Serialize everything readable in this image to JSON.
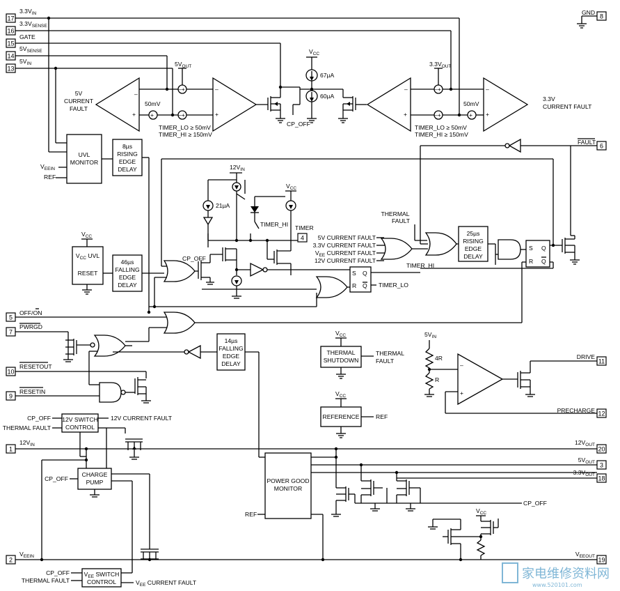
{
  "pins": [
    {
      "num": "17",
      "label": "3.3V",
      "sub": "IN"
    },
    {
      "num": "16",
      "label": "3.3V",
      "sub": "SENSE"
    },
    {
      "num": "15",
      "label": "GATE",
      "sub": ""
    },
    {
      "num": "14",
      "label": "5V",
      "sub": "SENSE"
    },
    {
      "num": "13",
      "label": "5V",
      "sub": "IN"
    },
    {
      "num": "8",
      "label": "GND",
      "sub": ""
    },
    {
      "num": "6",
      "label": "FAULT",
      "sub": ""
    },
    {
      "num": "5",
      "label": "OFF/ON",
      "sub": ""
    },
    {
      "num": "7",
      "label": "PWRGD",
      "sub": ""
    },
    {
      "num": "10",
      "label": "RESETOUT",
      "sub": ""
    },
    {
      "num": "9",
      "label": "RESETIN",
      "sub": ""
    },
    {
      "num": "1",
      "label": "12V",
      "sub": "IN"
    },
    {
      "num": "2",
      "label": "V",
      "sub": "EEIN"
    },
    {
      "num": "11",
      "label": "DRIVE",
      "sub": ""
    },
    {
      "num": "12",
      "label": "PRECHARGE",
      "sub": ""
    },
    {
      "num": "20",
      "label": "12V",
      "sub": "OUT"
    },
    {
      "num": "3",
      "label": "5V",
      "sub": "OUT"
    },
    {
      "num": "18",
      "label": "3.3V",
      "sub": "OUT"
    },
    {
      "num": "19",
      "label": "V",
      "sub": "EEOUT"
    },
    {
      "num": "4",
      "label": "TIMER",
      "sub": ""
    }
  ],
  "blocks": {
    "uvl_monitor": [
      "UVL",
      "MONITOR"
    ],
    "delay_8us": [
      "8µs",
      "RISING",
      "EDGE",
      "DELAY"
    ],
    "vcc_uvl": [
      "V",
      "CC",
      " UVL",
      "RESET"
    ],
    "delay_46us": [
      "46µs",
      "FALLING",
      "EDGE",
      "DELAY"
    ],
    "delay_14us": [
      "14µs",
      "FALLING",
      "EDGE",
      "DELAY"
    ],
    "delay_25us": [
      "25µs",
      "RISING",
      "EDGE",
      "DELAY"
    ],
    "thermal_shutdown": [
      "THERMAL",
      "SHUTDOWN"
    ],
    "reference": [
      "REFERENCE"
    ],
    "sw12": [
      "12V SWITCH",
      "CONTROL"
    ],
    "charge_pump": [
      "CHARGE",
      "PUMP"
    ],
    "vee_switch": [
      "V",
      "EE",
      " SWITCH",
      "CONTROL"
    ],
    "power_good": [
      "POWER GOOD",
      "MONITOR"
    ]
  },
  "labels": {
    "fault5v": [
      "5V",
      "CURRENT",
      "FAULT"
    ],
    "fault33v": [
      "3.3V",
      "CURRENT FAULT"
    ],
    "mv50": "50mV",
    "timer_lo_50": "TIMER_LO ≥ 50mV",
    "timer_hi_150": "TIMER_HI ≥ 150mV",
    "v5out": "5V",
    "v5out_sub": "OUT",
    "v33out": "3.3V",
    "v33out_sub": "OUT",
    "vcc": "V",
    "vcc_sub": "CC",
    "i67": "67µA",
    "i60": "60µA",
    "i21": "21µA",
    "cp_off": "CP_OFF",
    "veein": "V",
    "veein_sub": "EEIN",
    "ref": "REF",
    "v12in": "12V",
    "v12in_sub": "IN",
    "timer_hi": "TIMER_HI",
    "timer_lo": "TIMER_LO",
    "thermal_fault": "THERMAL FAULT",
    "thermal_fault2": [
      "THERMAL",
      "FAULT"
    ],
    "fault_inputs": [
      "5V CURRENT FAULT",
      "3.3V CURRENT FAULT",
      "V",
      "EE",
      " CURRENT FAULT",
      "12V CURRENT FAULT"
    ],
    "s": "S",
    "r": "R",
    "q": "Q",
    "qbar": "Q",
    "current12v": "12V CURRENT FAULT",
    "vee_current": "V",
    "vee_current_sub": "EE",
    "vee_current_rest": " CURRENT FAULT",
    "r4": "4R",
    "r1": "R",
    "v5in": "5V",
    "v5in_sub": "IN"
  },
  "watermark": {
    "main": "家电维修资料网",
    "sub": "www.520101.com"
  }
}
